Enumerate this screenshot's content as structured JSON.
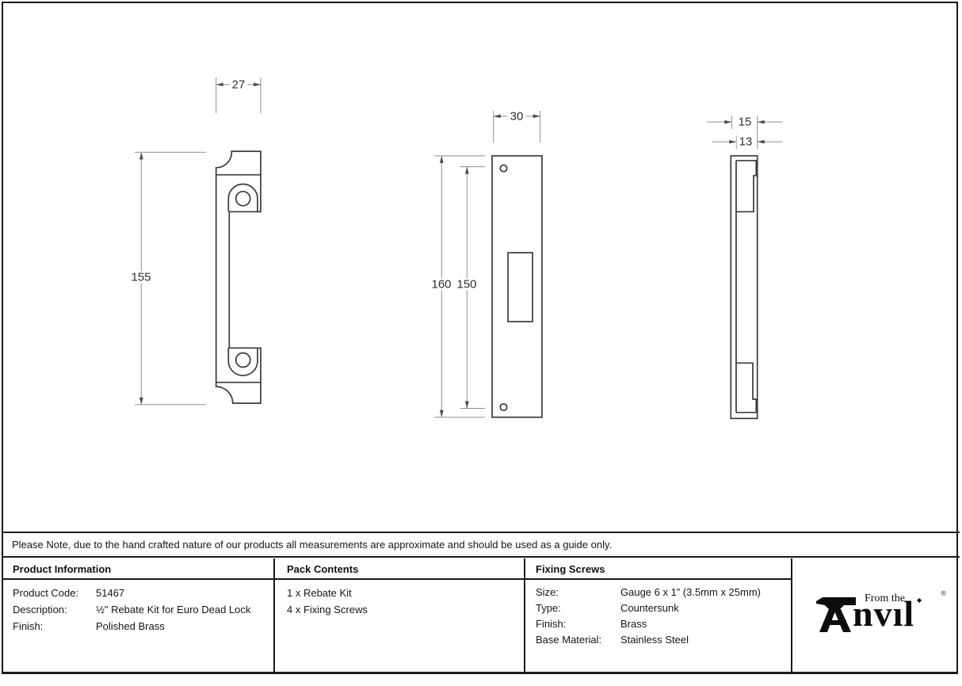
{
  "dimensions": {
    "rebate_width": "27",
    "rebate_height": "155",
    "faceplate_width": "30",
    "faceplate_height": "160",
    "hole_centres": "150",
    "depth_total": "15",
    "depth_inner": "13"
  },
  "note": {
    "text": "Please Note, due to the hand crafted nature of our products all measurements are approximate and should be used as a guide only."
  },
  "table": {
    "product_information": {
      "header": "Product Information",
      "rows": [
        {
          "label": "Product Code:",
          "value": "51467"
        },
        {
          "label": "Description:",
          "value": "½\" Rebate Kit for Euro Dead Lock"
        },
        {
          "label": "Finish:",
          "value": "Polished Brass"
        }
      ]
    },
    "pack_contents": {
      "header": "Pack Contents",
      "items": [
        "1 x Rebate Kit",
        "4 x Fixing Screws"
      ]
    },
    "fixing_screws": {
      "header": "Fixing Screws",
      "rows": [
        {
          "label": "Size:",
          "value": "Gauge 6 x 1” (3.5mm x 25mm)"
        },
        {
          "label": "Type:",
          "value": "Countersunk"
        },
        {
          "label": "Finish:",
          "value": "Brass"
        },
        {
          "label": "Base Material:",
          "value": "Stainless Steel"
        }
      ]
    }
  },
  "logo": {
    "tagline": "From the",
    "name": "Anvil",
    "name_after_icon": "nvıl",
    "registered_mark": "®",
    "i_dot": "◆"
  }
}
